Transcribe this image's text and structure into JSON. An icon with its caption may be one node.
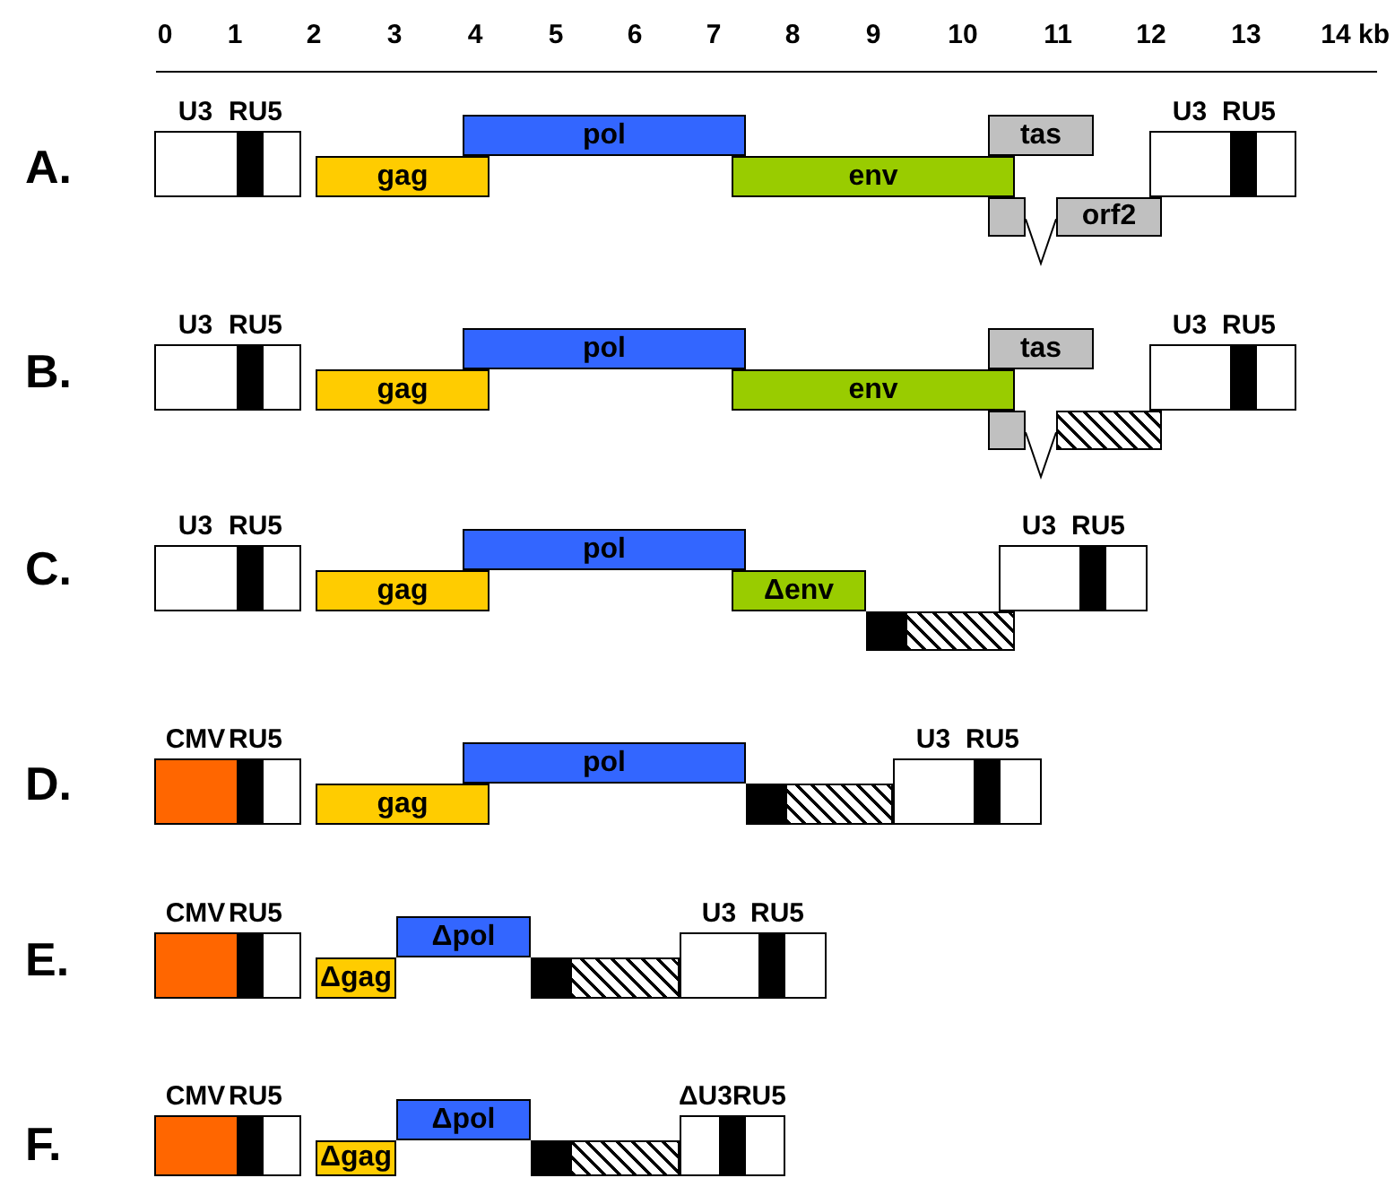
{
  "diagram": {
    "nodes": [
      {
        "text": [
          "U3",
          "RU5"
        ]
      },
      {
        "text": [
          "gag"
        ]
      },
      {
        "text": [
          "pol"
        ]
      },
      {
        "text": [
          "env"
        ]
      },
      {
        "text": [
          "tas"
        ]
      },
      {
        "text": [],
        "shape": "box"
      },
      {
        "text": [
          "orf2"
        ]
      },
      {
        "text": [
          "U3",
          "RU5"
        ]
      },
      {
        "text": [
          "U3",
          "RU5"
        ]
      },
      {
        "text": [
          "gag"
        ]
      },
      {
        "text": [
          "pol"
        ]
      },
      {
        "text": [
          "env"
        ]
      },
      {
        "text": [
          "tas"
        ]
      },
      {
        "text": [],
        "shape": "box"
      },
      {
        "text": [],
        "shape": "box"
      },
      {
        "text": [
          "U3",
          "RU5"
        ]
      },
      {
        "text": [
          "U3",
          "RU5"
        ]
      },
      {
        "text": [
          "gag"
        ]
      },
      {
        "text": [
          "pol"
        ]
      },
      {
        "text": [
          "Δenv"
        ]
      },
      {
        "text": [],
        "shape": "box"
      },
      {
        "text": [],
        "shape": "box"
      },
      {
        "text": [
          "U3",
          "RU5"
        ]
      },
      {
        "text": [
          "CMV",
          "RU5"
        ]
      },
      {
        "text": [
          "gag"
        ]
      },
      {
        "text": [
          "pol"
        ]
      },
      {
        "text": [],
        "shape": "box"
      },
      {
        "text": [],
        "shape": "box"
      },
      {
        "text": [
          "U3",
          "RU5"
        ]
      },
      {
        "text": [
          "CMV",
          "RU5"
        ]
      },
      {
        "text": [
          "Δgag"
        ]
      },
      {
        "text": [
          "Δpol"
        ]
      },
      {
        "text": [],
        "shape": "box"
      },
      {
        "text": [],
        "shape": "box"
      },
      {
        "text": [
          "U3",
          "RU5"
        ]
      },
      {
        "text": [
          "CMV",
          "RU5"
        ]
      },
      {
        "text": [
          "Δgag"
        ]
      },
      {
        "text": [
          "Δpol"
        ]
      },
      {
        "text": [],
        "shape": "box"
      },
      {
        "text": [],
        "shape": "box"
      },
      {
        "text": [
          "ΔU3RU5"
        ]
      }
    ],
    "edges": [
      {
        "from": 5,
        "to": 6,
        "arrow": "none"
      },
      {
        "from": 13,
        "to": 14,
        "arrow": "none"
      }
    ],
    "labels": [
      "0",
      "1",
      "2",
      "3",
      "4",
      "5",
      "6",
      "7",
      "8",
      "9",
      "10",
      "11",
      "12",
      "13",
      "14 kb",
      "A.",
      "B.",
      "C.",
      "D.",
      "E.",
      "F."
    ]
  }
}
